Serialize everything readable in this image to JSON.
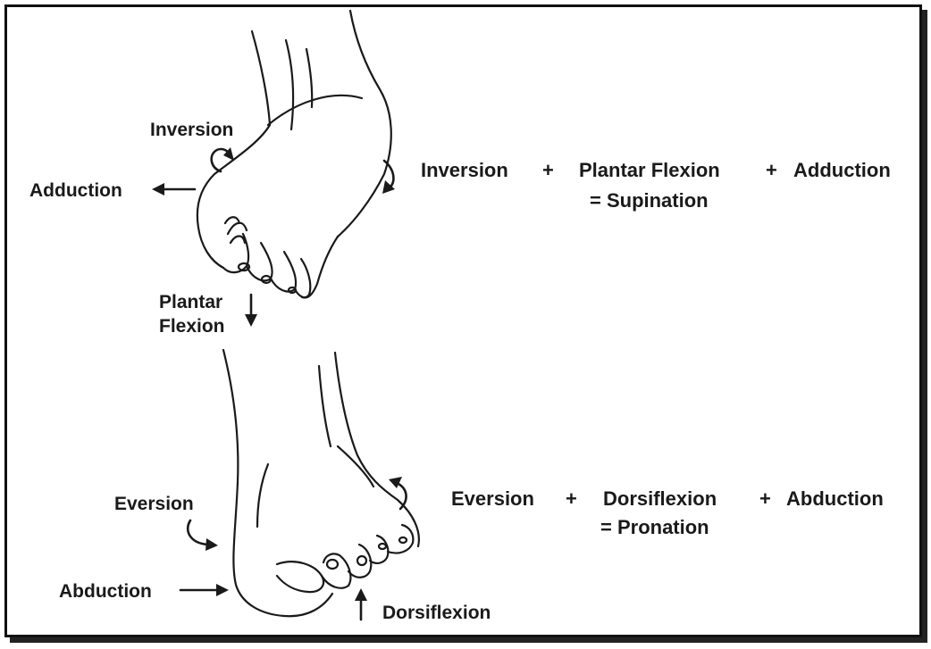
{
  "supination": {
    "labels": {
      "inversion": "Inversion",
      "adduction": "Adduction",
      "plantar_flexion_line1": "Plantar",
      "plantar_flexion_line2": "Flexion"
    },
    "equation": {
      "term1": "Inversion",
      "plus1": "+",
      "term2": "Plantar Flexion",
      "plus2": "+",
      "term3": "Adduction",
      "result": "= Supination"
    }
  },
  "pronation": {
    "labels": {
      "eversion": "Eversion",
      "abduction": "Abduction",
      "dorsiflexion": "Dorsiflexion"
    },
    "equation": {
      "term1": "Eversion",
      "plus1": "+",
      "term2": "Dorsiflexion",
      "plus2": "+",
      "term3": "Abduction",
      "result": "= Pronation"
    }
  },
  "colors": {
    "ink": "#1a1a1a",
    "background": "#ffffff",
    "frame": "#111111"
  }
}
